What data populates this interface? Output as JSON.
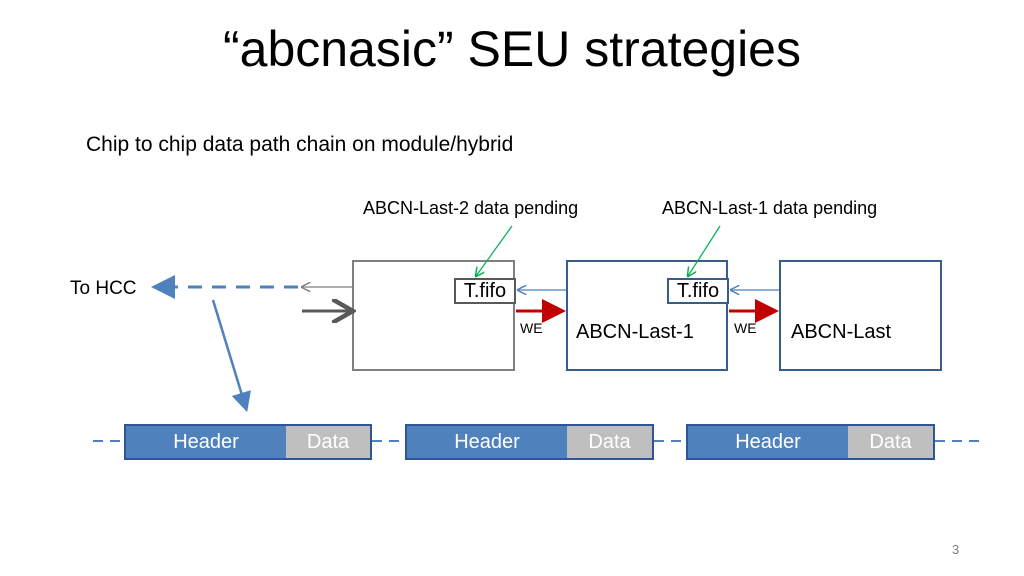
{
  "slide": {
    "title": "“abcnasic” SEU strategies",
    "subtitle": "Chip to chip data path chain on module/hybrid",
    "page_number": "3"
  },
  "annotations": {
    "pending_2": "ABCN-Last-2 data pending",
    "pending_1": "ABCN-Last-1 data pending"
  },
  "hcc_label": "To HCC",
  "chips": {
    "last_minus_1": "ABCN-Last-1",
    "last": "ABCN-Last"
  },
  "fifo_label": "T.fifo",
  "we_label": "WE",
  "packets": [
    {
      "header": "Header",
      "data": "Data"
    },
    {
      "header": "Header",
      "data": "Data"
    },
    {
      "header": "Header",
      "data": "Data"
    }
  ],
  "colors": {
    "box_blue": "#385d8a",
    "header_blue": "#4f81bd",
    "data_gray": "#bfbfbf",
    "we_red": "#c00000",
    "pending_green": "#00b050",
    "dash_blue": "#4f81bd"
  }
}
